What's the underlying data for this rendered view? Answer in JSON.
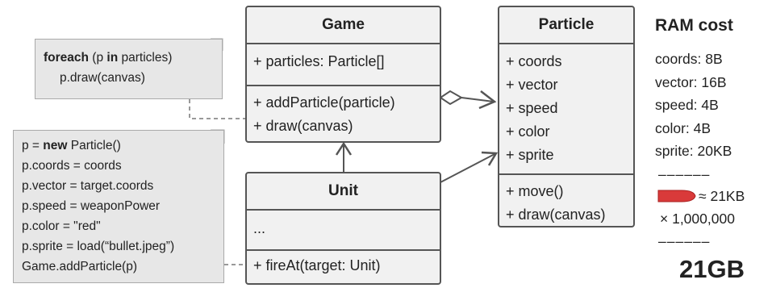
{
  "game": {
    "title": "Game",
    "fields": [
      "+ particles: Particle[]"
    ],
    "methods": [
      "+ addParticle(particle)",
      "+ draw(canvas)"
    ]
  },
  "particle": {
    "title": "Particle",
    "fields": [
      "+ coords",
      "+ vector",
      "+ speed",
      "+ color",
      "+ sprite"
    ],
    "methods": [
      "+ move()",
      "+ draw(canvas)"
    ]
  },
  "unit": {
    "title": "Unit",
    "fields": [
      "..."
    ],
    "methods": [
      "+ fireAt(target: Unit)"
    ]
  },
  "note_game": {
    "line1": {
      "kw": "foreach",
      "a": " (p ",
      "kw2": "in",
      "b": " particles)"
    },
    "line2": "p.draw(canvas)"
  },
  "note_unit": {
    "line1": {
      "a": "p = ",
      "kw": "new",
      "b": " Particle()"
    },
    "lines": [
      "p.coords = coords",
      "p.vector = target.coords",
      "p.speed = weaponPower",
      "p.color = \"red\"",
      "p.sprite = load(“bullet.jpeg”)",
      "Game.addParticle(p)"
    ]
  },
  "ram": {
    "title": "RAM cost",
    "items": [
      "coords: 8B",
      "vector: 16B",
      "speed: 4B",
      "color: 4B",
      "sprite: 20KB"
    ],
    "separator": "––––––",
    "per_unit": "≈ 21KB",
    "multiplier": "× 1,000,000",
    "total": "21GB"
  },
  "colors": {
    "box_fill": "#f1f1f1",
    "border": "#555555",
    "note_fill": "#e7e7e7",
    "bullet": "#d93a3a"
  }
}
